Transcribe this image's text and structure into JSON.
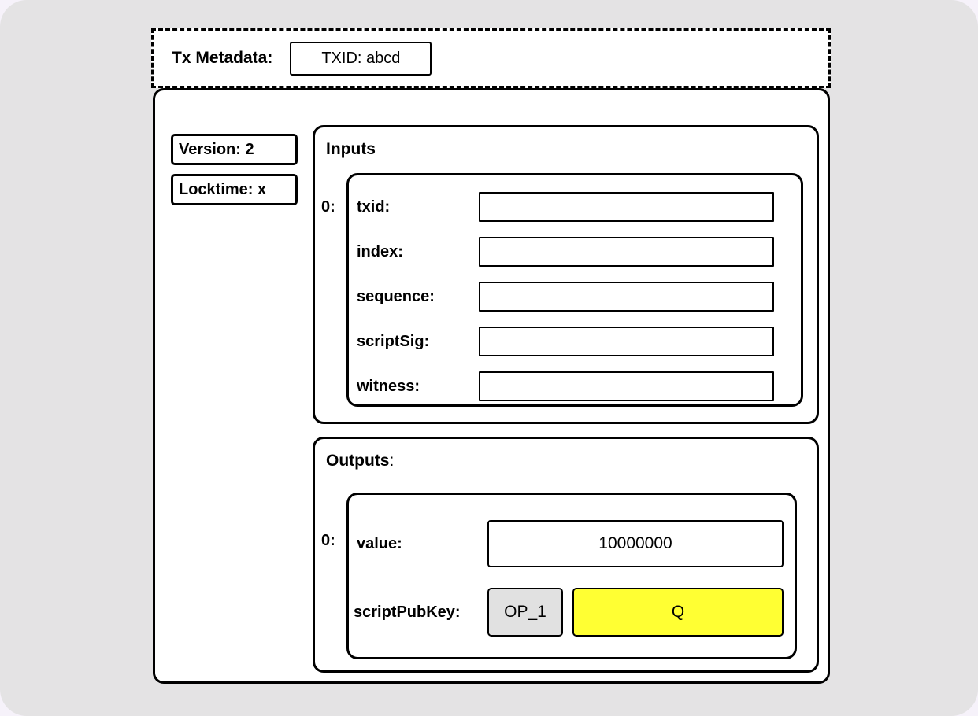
{
  "metadata": {
    "label": "Tx Metadata:",
    "txid_box": "TXID: abcd"
  },
  "side": {
    "version": "Version: 2",
    "locktime": "Locktime: x"
  },
  "inputs": {
    "title": "Inputs",
    "title_suffix": "",
    "index_label": "0:",
    "fields": [
      {
        "label": "txid:",
        "value": ""
      },
      {
        "label": "index:",
        "value": ""
      },
      {
        "label": "sequence:",
        "value": ""
      },
      {
        "label": "scriptSig:",
        "value": ""
      },
      {
        "label": "witness:",
        "value": ""
      }
    ]
  },
  "outputs": {
    "title": "Outputs",
    "title_suffix": ":",
    "index_label": "0:",
    "value_label": "value:",
    "value": "10000000",
    "scriptpubkey_label": "scriptPubKey:",
    "opcode": "OP_1",
    "key": "Q"
  },
  "colors": {
    "canvas_background": "#e4e3e4",
    "card_background": "#ffffff",
    "stroke": "#000000",
    "opcode_fill": "#e1e1e1",
    "key_highlight": "#ffff33"
  }
}
